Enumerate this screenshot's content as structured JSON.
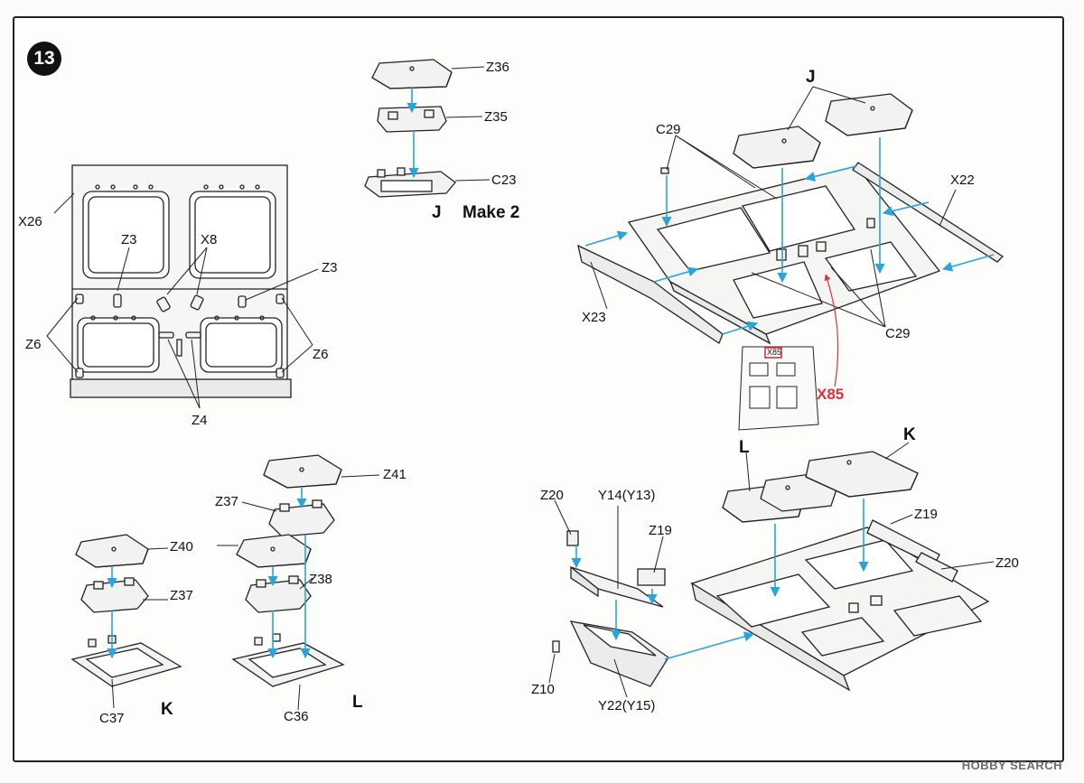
{
  "step": {
    "number": "13"
  },
  "sub_assembly_J": {
    "title": "J",
    "note": "Make 2",
    "parts": [
      "Z36",
      "Z35",
      "C23"
    ]
  },
  "hull_top": {
    "callouts": {
      "j_label": "J",
      "c29_upper": "C29",
      "c29_lower": "C29",
      "x22": "X22",
      "x23": "X23"
    },
    "sprue_tag": "X85",
    "sprue_callout": "X85"
  },
  "left_panel": {
    "x26": "X26",
    "z3_left": "Z3",
    "x8": "X8",
    "z3_right": "Z3",
    "z6_left": "Z6",
    "z6_right": "Z6",
    "z4": "Z4"
  },
  "sub_assembly_K": {
    "title": "K",
    "parts": [
      "Z40",
      "Z37",
      "C37"
    ]
  },
  "sub_assembly_L": {
    "title": "L",
    "parts": [
      "Z41",
      "Z37",
      "Z38",
      "C36"
    ]
  },
  "rear_assembly": {
    "l_label": "L",
    "k_label": "K",
    "z20_left": "Z20",
    "y14": "Y14(Y13)",
    "z19_left": "Z19",
    "z10": "Z10",
    "y22": "Y22(Y15)",
    "z19_right": "Z19",
    "z20_right": "Z20"
  },
  "watermark": "HOBBY SEARCH",
  "colors": {
    "arrow": "#2aa4dd",
    "accent_red": "#e0303a",
    "line": "#222222",
    "part_fill": "#f2f2f2"
  }
}
